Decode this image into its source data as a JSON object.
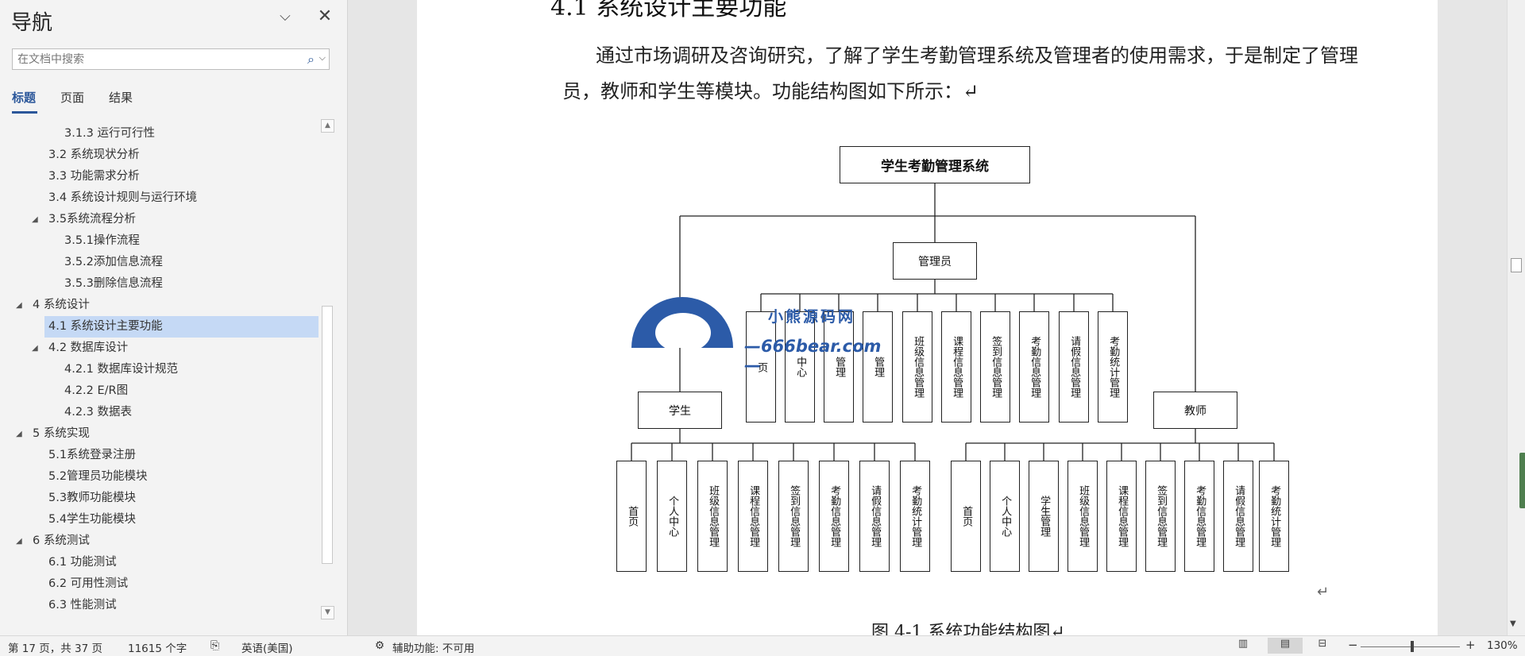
{
  "nav": {
    "title": "导航",
    "down_icon": "⌵",
    "close_icon": "✕",
    "search": {
      "placeholder": "在文档中搜索",
      "value": "",
      "icon": "⌕",
      "chevron": "⌵"
    },
    "tabs": [
      "标题",
      "页面",
      "结果"
    ],
    "tree": [
      {
        "label": "3.1.3 运行可行性"
      },
      {
        "label": "3.2 系统现状分析"
      },
      {
        "label": "3.3 功能需求分析"
      },
      {
        "label": "3.4 系统设计规则与运行环境"
      },
      {
        "label": "3.5系统流程分析",
        "caret": "◢"
      },
      {
        "label": "3.5.1操作流程"
      },
      {
        "label": "3.5.2添加信息流程"
      },
      {
        "label": "3.5.3删除信息流程"
      },
      {
        "label": "4 系统设计",
        "caret": "◢"
      },
      {
        "label": "4.1 系统设计主要功能"
      },
      {
        "label": "4.2 数据库设计",
        "caret": "◢"
      },
      {
        "label": "4.2.1 数据库设计规范"
      },
      {
        "label": "4.2.2 E/R图"
      },
      {
        "label": "4.2.3 数据表"
      },
      {
        "label": "5 系统实现",
        "caret": "◢"
      },
      {
        "label": "5.1系统登录注册"
      },
      {
        "label": "5.2管理员功能模块"
      },
      {
        "label": "5.3教师功能模块"
      },
      {
        "label": "5.4学生功能模块"
      },
      {
        "label": "6 系统测试",
        "caret": "◢"
      },
      {
        "label": "6.1 功能测试"
      },
      {
        "label": "6.2 可用性测试"
      },
      {
        "label": "6.3 性能测试"
      }
    ]
  },
  "doc": {
    "heading": "4.1 系统设计主要功能",
    "paragraph": "通过市场调研及咨询研究，了解了学生考勤管理系统及管理者的使用需求，于是制定了管理员，教师和学生等模块。功能结构图如下所示：↵",
    "caption": "图 4-1 系统功能结构图↵",
    "return_mark": "↵",
    "diagram": {
      "root": "学生考勤管理系统",
      "admin": "管理员",
      "student": "学生",
      "teacher": "教师",
      "admin_children": [
        "首页",
        "个人中心",
        "学生管理",
        "教师管理",
        "班级信息管理",
        "课程信息管理",
        "签到信息管理",
        "考勤信息管理",
        "请假信息管理",
        "考勤统计管理"
      ],
      "admin_visible_tails": [
        "页",
        "中心",
        "管理",
        "管理"
      ],
      "student_children": [
        "首页",
        "个人中心",
        "班级信息管理",
        "课程信息管理",
        "签到信息管理",
        "考勤信息管理",
        "请假信息管理",
        "考勤统计管理"
      ],
      "teacher_children": [
        "首页",
        "个人中心",
        "学生管理",
        "班级信息管理",
        "课程信息管理",
        "签到信息管理",
        "考勤信息管理",
        "请假信息管理",
        "考勤统计管理"
      ]
    },
    "watermark": {
      "line1": "小熊源码网",
      "line2": "—666bear.com—"
    }
  },
  "status": {
    "page": "第 17 页，共 37 页",
    "words": "11615 个字",
    "language": "英语(美国)",
    "accessibility": "辅助功能: 不可用",
    "zoom": "130%",
    "zoom_minus": "−",
    "zoom_plus": "+"
  }
}
